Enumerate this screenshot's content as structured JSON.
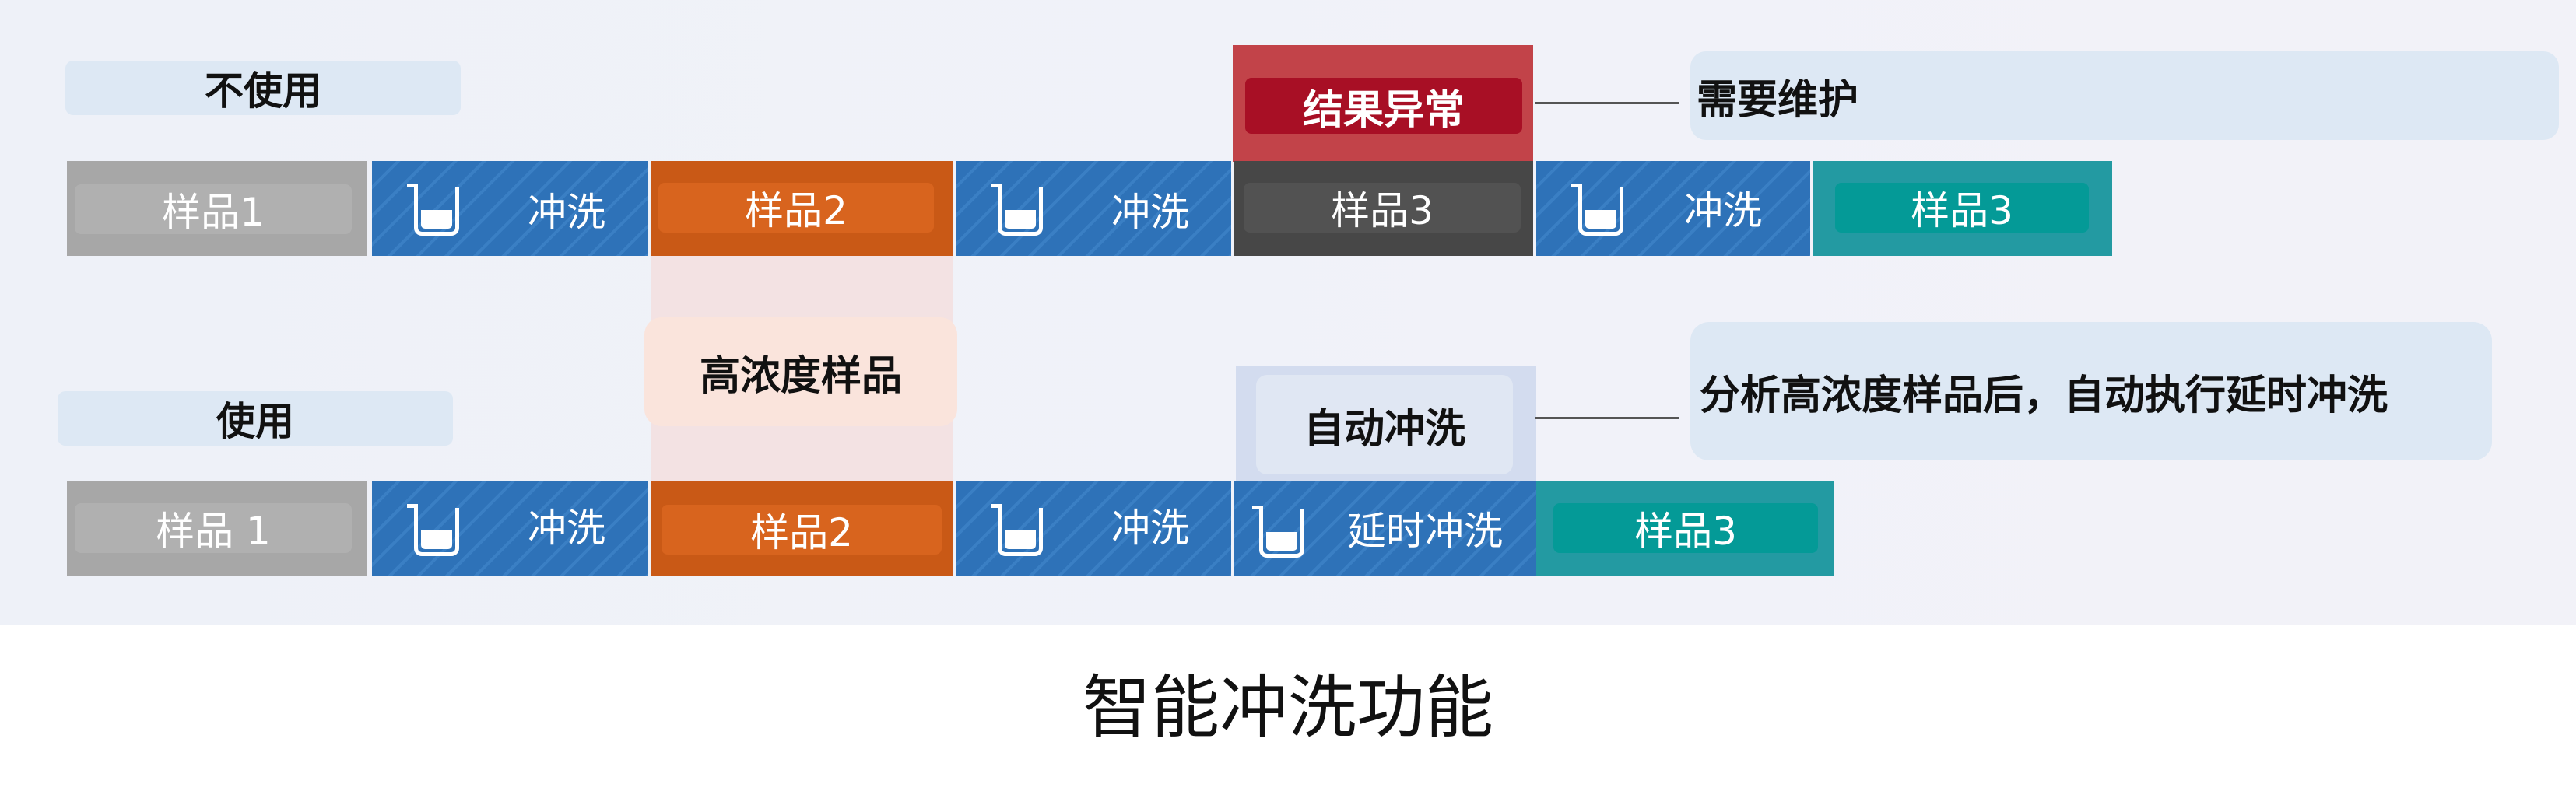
{
  "caption": "智能冲洗功能",
  "top_row": {
    "label": "不使用",
    "segments": [
      "样品1",
      "冲洗",
      "样品2",
      "冲洗",
      "样品3",
      "冲洗",
      "样品3"
    ],
    "alert": "结果异常",
    "note": "需要维护"
  },
  "bottom_row": {
    "label": "使用",
    "segments": [
      "样品 1",
      "冲洗",
      "样品2",
      "冲洗",
      "延时冲洗",
      "样品3"
    ],
    "auto_label": "自动冲洗",
    "note": "分析高浓度样品后，自动执行延时冲洗"
  },
  "high_conc_label": "高浓度样品",
  "colors": {
    "sample_gray": "#a7a7a7",
    "wash_blue": "#2e72b8",
    "sample_orange": "#c95916",
    "sample_dark": "#474747",
    "sample_teal": "#239aa2",
    "alert_red": "#a80f25"
  }
}
